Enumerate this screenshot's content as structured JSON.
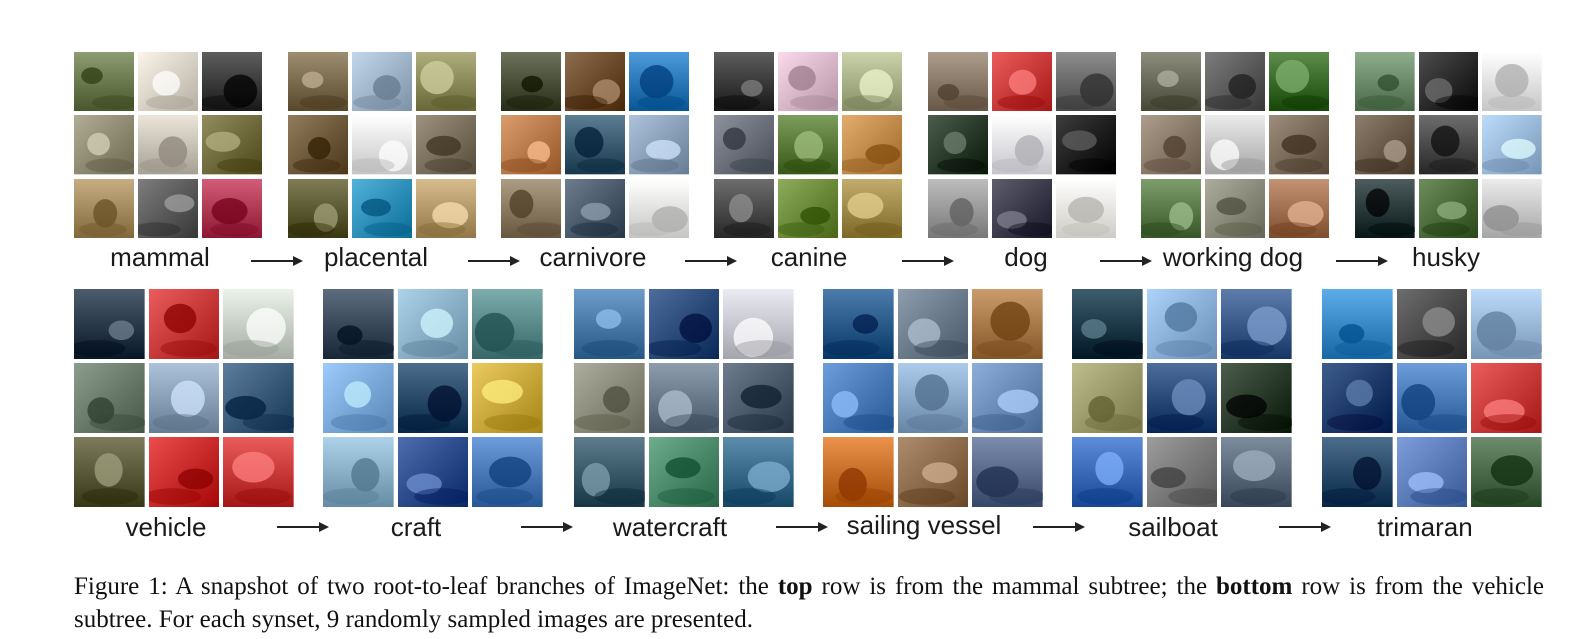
{
  "top_row": {
    "synsets": [
      {
        "label": "mammal",
        "icon": "mammal-thumbnails"
      },
      {
        "label": "placental",
        "icon": "placental-thumbnails"
      },
      {
        "label": "carnivore",
        "icon": "carnivore-thumbnails"
      },
      {
        "label": "canine",
        "icon": "canine-thumbnails"
      },
      {
        "label": "dog",
        "icon": "dog-thumbnails"
      },
      {
        "label": "working dog",
        "icon": "working-dog-thumbnails"
      },
      {
        "label": "husky",
        "icon": "husky-thumbnails"
      }
    ]
  },
  "bottom_row": {
    "synsets": [
      {
        "label": "vehicle",
        "icon": "vehicle-thumbnails"
      },
      {
        "label": "craft",
        "icon": "craft-thumbnails"
      },
      {
        "label": "watercraft",
        "icon": "watercraft-thumbnails"
      },
      {
        "label": "sailing vessel",
        "icon": "sailing-vessel-thumbnails"
      },
      {
        "label": "sailboat",
        "icon": "sailboat-thumbnails"
      },
      {
        "label": "trimaran",
        "icon": "trimaran-thumbnails"
      }
    ]
  },
  "caption": {
    "prefix": "Figure 1:",
    "part1": " A snapshot of two root-to-leaf branches of ImageNet: the ",
    "bold1": "top",
    "part2": " row is from the mammal subtree; the ",
    "bold2": "bottom",
    "part3": " row is from the vehicle subtree. For each synset, 9 randomly sampled images are presented."
  },
  "palettes": {
    "animals": [
      "#6b7a4e",
      "#d8d2c6",
      "#3b3b3b",
      "#8f8a72",
      "#c9c2b6",
      "#6f6a3c",
      "#a38b5f",
      "#5a5a5a",
      "#b03a55"
    ],
    "placental": [
      "#7a6a4e",
      "#9fb4c9",
      "#8a8a5a",
      "#6e5a3a",
      "#e8e8e8",
      "#7a6e5c",
      "#5c5a32",
      "#2e8fb8",
      "#b49a6a"
    ],
    "carnivore": [
      "#4a4f3a",
      "#6a4a2a",
      "#2a78b8",
      "#b87a4a",
      "#3a5a70",
      "#8aa0b8",
      "#8a7a62",
      "#4a5a6a",
      "#e8e8e6"
    ],
    "canine": [
      "#3a3a3a",
      "#d8b8c8",
      "#a8b088",
      "#6a6f7a",
      "#5a7a3a",
      "#c08a4a",
      "#4a4a4a",
      "#6a8a3a",
      "#a08a4a"
    ],
    "dog": [
      "#8a7a6a",
      "#c83a3a",
      "#6a6a6a",
      "#2a3a2a",
      "#e8e8ee",
      "#1a1a1a",
      "#9a9a9a",
      "#3a3a4a",
      "#f0eee8"
    ],
    "workingdog": [
      "#6a6a5a",
      "#5a5a5a",
      "#3a6a2a",
      "#8a7a6a",
      "#c8c8c8",
      "#7a6a5a",
      "#5a7a4a",
      "#8a8a7a",
      "#a07050"
    ],
    "husky": [
      "#6a8a6a",
      "#2a2a2a",
      "#e8e8e8",
      "#6a5a4a",
      "#4a4a4a",
      "#9ab8d8",
      "#2a3a3a",
      "#4a6a3a",
      "#c8c8c8"
    ],
    "vehicle": [
      "#2a3a4a",
      "#c83a3a",
      "#c8d0c8",
      "#6a7a6a",
      "#8aa0b8",
      "#3a5a7a",
      "#5a5a3a",
      "#c82a2a",
      "#c83a3a"
    ],
    "craft": [
      "#3a4a5a",
      "#8ab0c8",
      "#5a8a8a",
      "#7aa8d8",
      "#2a4a6a",
      "#c8a83a",
      "#8ab0c8",
      "#2a4a8a",
      "#4a7ab8"
    ],
    "watercraft": [
      "#4a7aa8",
      "#2a4a7a",
      "#c8c8d0",
      "#8a8a7a",
      "#6a7a8a",
      "#4a5a6a",
      "#3a5a6a",
      "#4a8a6a",
      "#3a6a8a"
    ],
    "sailingvessel": [
      "#2a5a8a",
      "#6a7a8a",
      "#a87a4a",
      "#4a7ab8",
      "#8aa8c8",
      "#6a8ab8",
      "#c8702a",
      "#8a6a4a",
      "#5a6a8a"
    ],
    "sailboat": [
      "#1a3a4a",
      "#8ab0d8",
      "#3a5a8a",
      "#9a9a6a",
      "#2a4a7a",
      "#2a3a2a",
      "#3a6ab8",
      "#7a7a7a",
      "#5a6a7a"
    ],
    "trimaran": [
      "#3a8ac8",
      "#4a4a4a",
      "#9ab8d8",
      "#1a3a6a",
      "#4a7ab8",
      "#c83a3a",
      "#2a4a6a",
      "#5a7ab8",
      "#4a6a4a"
    ]
  }
}
